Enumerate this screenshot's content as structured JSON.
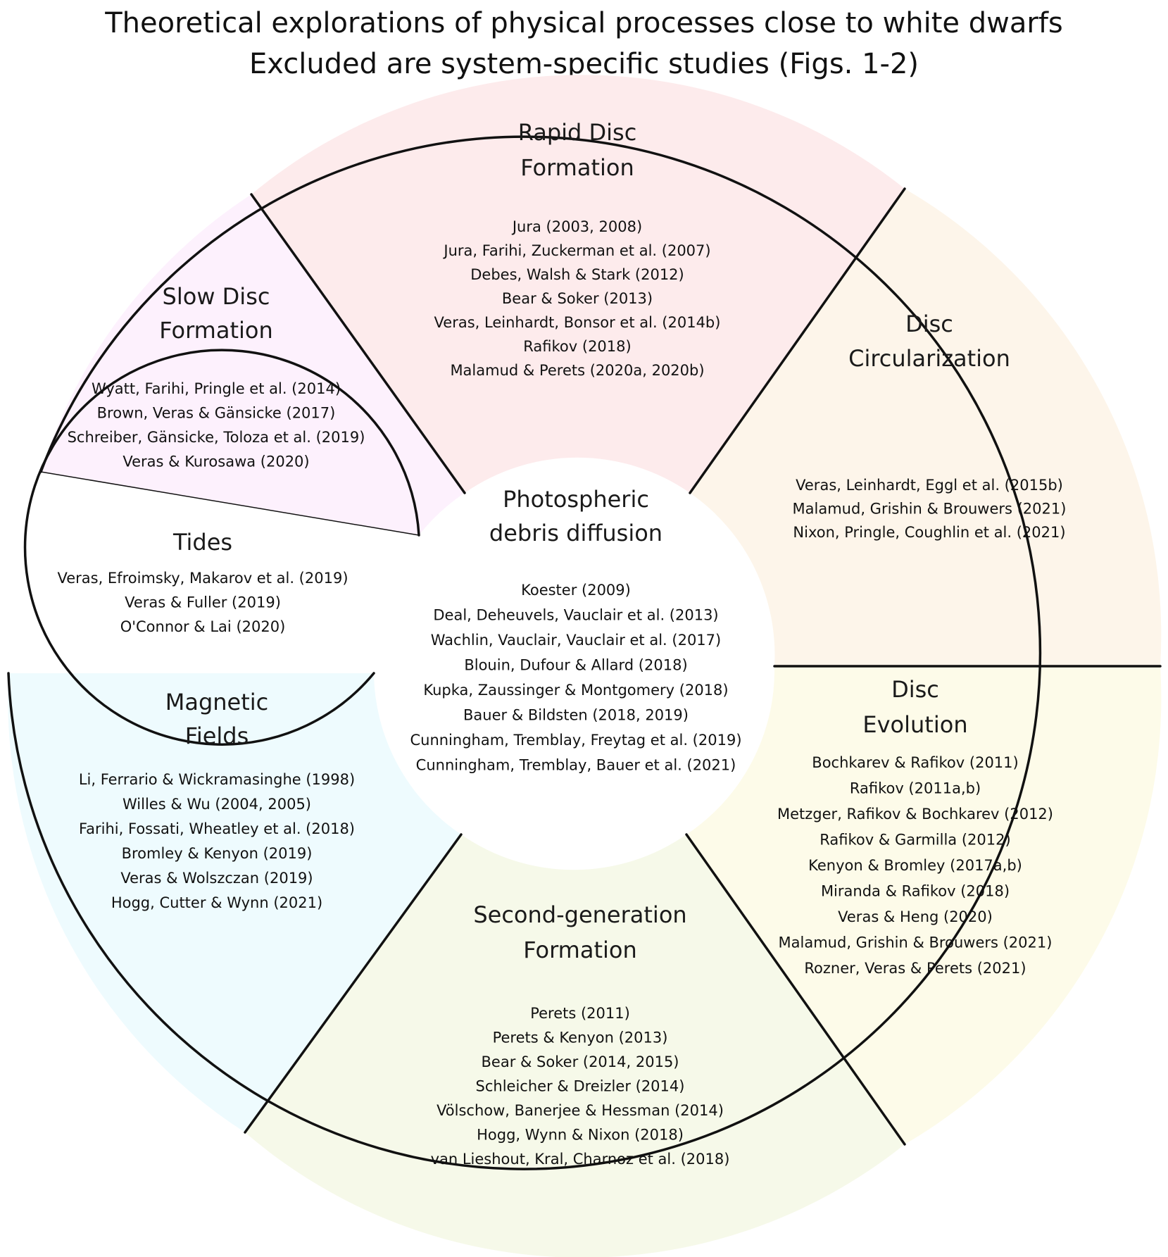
{
  "title_lines": [
    "Theoretical explorations of physical processes close to white dwarfs",
    "Excluded are system-specific studies (Figs. 1-2)"
  ],
  "colors": {
    "rapid": "#fdebec",
    "slow": "#fdf1fd",
    "circ": "#fdf5ea",
    "evo": "#fdfbe9",
    "second": "#f6f9e9",
    "magnetic": "#eefbfe",
    "tides": "#ffffff",
    "center": "#ffffff",
    "stroke": "#111111"
  },
  "segments": {
    "rapid": {
      "title": [
        "Rapid Disc",
        "Formation"
      ],
      "refs": [
        "Jura (2003, 2008)",
        "Jura, Farihi, Zuckerman et al. (2007)",
        "Debes, Walsh & Stark (2012)",
        "Bear & Soker (2013)",
        "Veras, Leinhardt, Bonsor et al. (2014b)",
        "Rafikov (2018)",
        "Malamud & Perets (2020a, 2020b)"
      ]
    },
    "slow": {
      "title": [
        "Slow Disc",
        "Formation"
      ],
      "refs": [
        "Wyatt, Farihi, Pringle et al. (2014)",
        "Brown, Veras & Gänsicke (2017)",
        "Schreiber, Gänsicke, Toloza et al. (2019)",
        "Veras & Kurosawa (2020)"
      ]
    },
    "circ": {
      "title": [
        "Disc",
        "Circularization"
      ],
      "refs": [
        "Veras, Leinhardt, Eggl et al. (2015b)",
        "Malamud, Grishin & Brouwers (2021)",
        "Nixon, Pringle, Coughlin et al. (2021)"
      ]
    },
    "tides": {
      "title": [
        "Tides"
      ],
      "refs": [
        "Veras, Efroimsky, Makarov et al. (2019)",
        "Veras & Fuller (2019)",
        "O'Connor & Lai (2020)"
      ]
    },
    "center": {
      "title": [
        "Photospheric",
        "debris diffusion"
      ],
      "refs": [
        "Koester (2009)",
        "Deal, Deheuvels, Vauclair et al. (2013)",
        "Wachlin, Vauclair, Vauclair et al. (2017)",
        "Blouin, Dufour & Allard (2018)",
        "Kupka, Zaussinger & Montgomery (2018)",
        "Bauer & Bildsten (2018, 2019)",
        "Cunningham, Tremblay, Freytag et al. (2019)",
        "Cunningham, Tremblay, Bauer et al. (2021)"
      ]
    },
    "magnetic": {
      "title": [
        "Magnetic",
        "Fields"
      ],
      "refs": [
        "Li, Ferrario & Wickramasinghe (1998)",
        "Willes & Wu (2004, 2005)",
        "Farihi, Fossati, Wheatley et al. (2018)",
        "Bromley & Kenyon (2019)",
        "Veras & Wolszczan (2019)",
        "Hogg, Cutter & Wynn (2021)"
      ]
    },
    "evo": {
      "title": [
        "Disc",
        "Evolution"
      ],
      "refs": [
        "Bochkarev & Rafikov (2011)",
        "Rafikov (2011a,b)",
        "Metzger, Rafikov & Bochkarev (2012)",
        "Rafikov & Garmilla (2012)",
        "Kenyon & Bromley (2017a,b)",
        "Miranda & Rafikov (2018)",
        "Veras & Heng (2020)",
        "Malamud, Grishin & Brouwers (2021)",
        "Rozner, Veras & Perets (2021)"
      ]
    },
    "second": {
      "title": [
        "Second-generation",
        "Formation"
      ],
      "refs": [
        "Perets (2011)",
        "Perets & Kenyon (2013)",
        "Bear & Soker (2014, 2015)",
        "Schleicher & Dreizler (2014)",
        "Völschow, Banerjee & Hessman (2014)",
        "Hogg, Wynn & Nixon (2018)",
        "van Lieshout, Kral, Charnoz et al. (2018)"
      ]
    }
  }
}
